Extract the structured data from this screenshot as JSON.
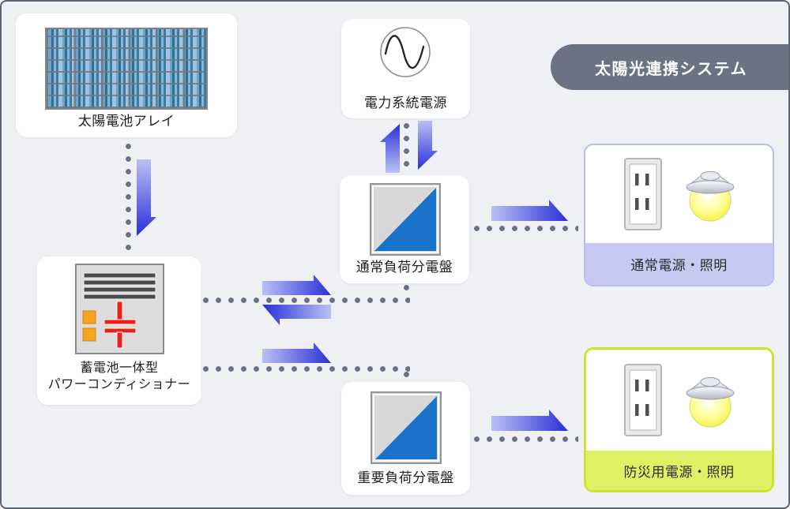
{
  "title_badge": {
    "label": "太陽光連携システム"
  },
  "nodes": {
    "solar_array": {
      "label": "太陽電池アレイ",
      "icon": "solar-panel-array"
    },
    "grid_power": {
      "label": "電力系統電源",
      "icon": "ac-sine-wave-circle"
    },
    "normal_board": {
      "label": "通常負荷分電盤",
      "icon": "distribution-board"
    },
    "power_conditioner": {
      "label_line1": "蓄電池一体型",
      "label_line2": "パワーコンディショナー",
      "icon": "battery-power-conditioner"
    },
    "important_board": {
      "label": "重要負荷分電盤",
      "icon": "distribution-board"
    },
    "normal_load": {
      "label": "通常電源・照明",
      "icons": [
        "outlet",
        "lamp"
      ]
    },
    "emergency_load": {
      "label": "防災用電源・照明",
      "icons": [
        "outlet",
        "lamp"
      ]
    }
  },
  "edges": [
    {
      "from": "solar_array",
      "to": "power_conditioner",
      "direction": "down"
    },
    {
      "from": "grid_power",
      "to": "normal_board",
      "direction": "both"
    },
    {
      "from": "power_conditioner",
      "to": "normal_board",
      "direction": "both"
    },
    {
      "from": "power_conditioner",
      "to": "important_board",
      "direction": "right"
    },
    {
      "from": "normal_board",
      "to": "normal_load",
      "direction": "right"
    },
    {
      "from": "important_board",
      "to": "emergency_load",
      "direction": "right"
    }
  ],
  "colors": {
    "frame_bg": "#eef0f4",
    "frame_border": "#5d6474",
    "badge": "#6b7284",
    "dot": "#6b7285",
    "arrow_dark": "#2a2fd8",
    "arrow_light": "#b9c0f5",
    "board_blue": "#1a73cb",
    "lavender": "#c7c9f2",
    "lavender_border": "#b9bcee",
    "green": "#def164",
    "green_border": "#cfe32e"
  }
}
